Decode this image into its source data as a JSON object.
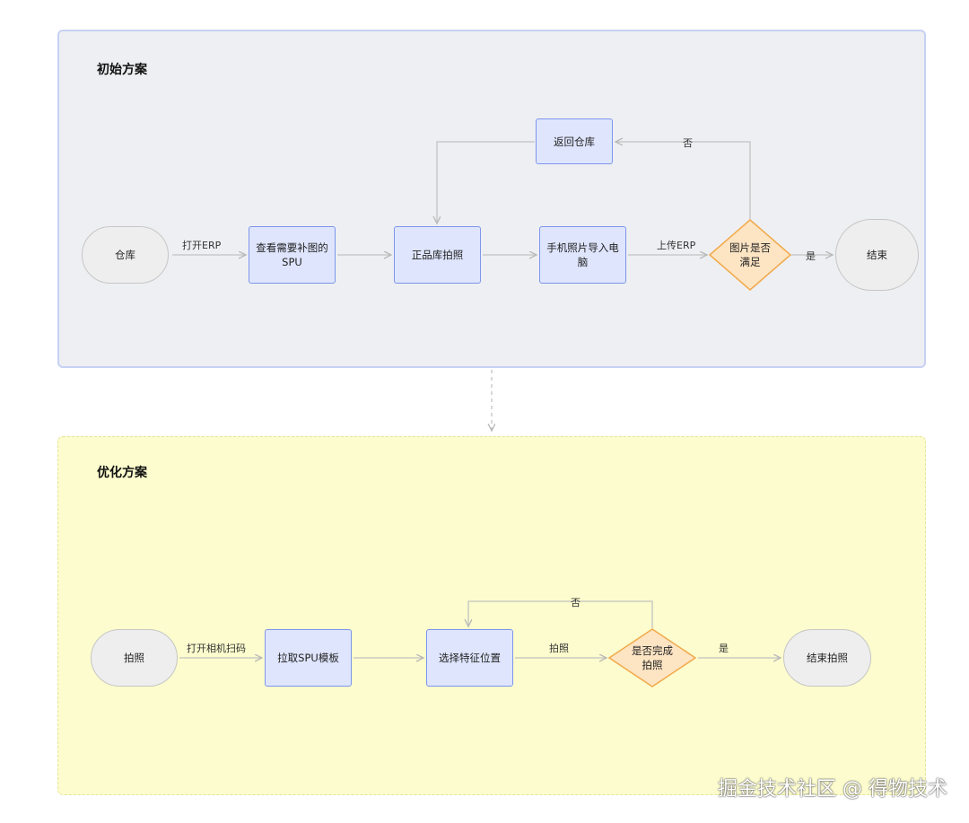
{
  "initial": {
    "title": "初始方案",
    "nodes": {
      "warehouse": "仓库",
      "view_spu": "查看需要补图的SPU",
      "photo": "正品库拍照",
      "import": "手机照片导入电脑",
      "decision": "图片是否满足",
      "end": "结束",
      "return": "返回仓库"
    },
    "edges": {
      "open_erp": "打开ERP",
      "upload_erp": "上传ERP",
      "no": "否",
      "yes": "是"
    }
  },
  "optimized": {
    "title": "优化方案",
    "nodes": {
      "photo": "拍照",
      "pull_template": "拉取SPU模板",
      "select_position": "选择特征位置",
      "decision": "是否完成拍照",
      "end": "结束拍照"
    },
    "edges": {
      "open_camera": "打开相机扫码",
      "shoot": "拍照",
      "no": "否",
      "yes": "是"
    }
  },
  "watermark": "掘金技术社区 @ 得物技术",
  "colors": {
    "process_fill": "#dfe5fd",
    "process_border": "#7d95ec",
    "decision_fill": "#fde4c3",
    "decision_border": "#f2a94a",
    "terminal_fill": "#eeeeee",
    "panel_initial_fill": "#eeeff2",
    "panel_optimized_fill": "#fcfcce"
  }
}
